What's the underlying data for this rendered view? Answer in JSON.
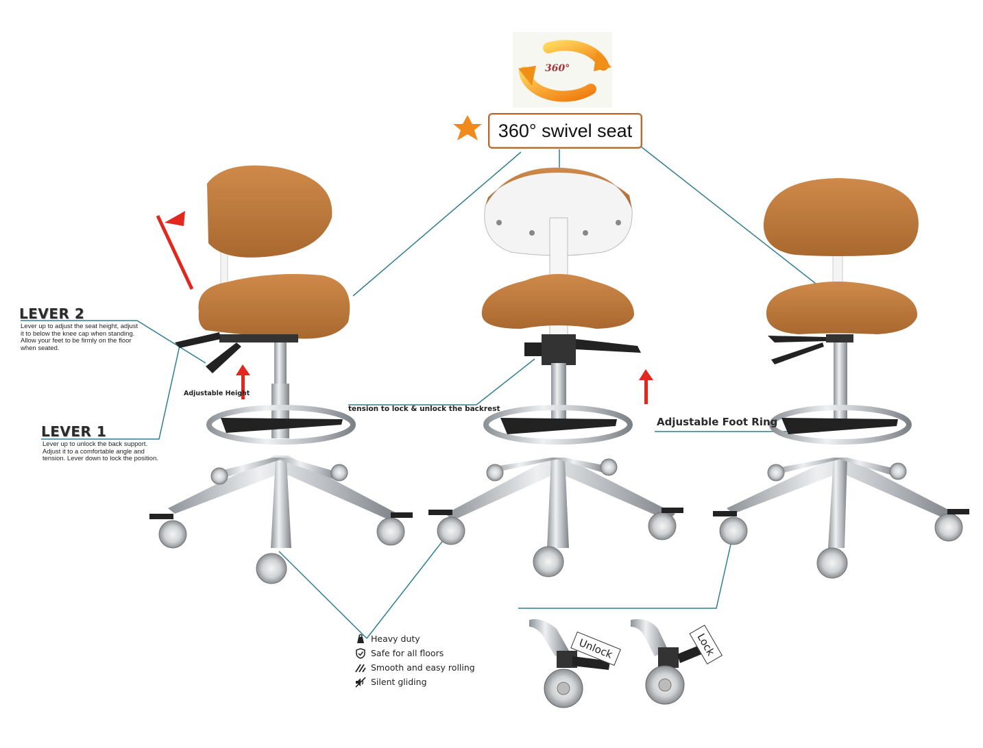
{
  "badge_360_text": "360°",
  "swivel_label": "360° swivel seat",
  "lever2": {
    "title": "LEVER 2",
    "description": "Lever up to adjust the seat height, adjust it to below the knee cap when standing. Allow your feet to be firmly on the floor when seated."
  },
  "lever1": {
    "title": "LEVER 1",
    "description": "Lever up to unlock the back support. Adjust it to a comfortable angle and tension. Lever down to lock the position."
  },
  "adjustable_height_label": "Adjustable Height",
  "backrest_label": "tension to lock & unlock the backrest",
  "foot_ring_label": "Adjustable Foot Ring",
  "features": [
    {
      "icon": "weight-icon",
      "label": "Heavy duty"
    },
    {
      "icon": "shield-icon",
      "label": "Safe for all floors"
    },
    {
      "icon": "rolling-icon",
      "label": "Smooth and easy rolling"
    },
    {
      "icon": "silent-icon",
      "label": "Silent gliding"
    }
  ],
  "caster_tags": {
    "unlock": "Unlock",
    "lock": "Lock"
  },
  "colors": {
    "seat_leather": "#c07a3c",
    "callout_line": "#2e7d8f",
    "arrow_red": "#e0281e",
    "badge_orange": "#f08a1c",
    "chrome": "#c8ccd0"
  }
}
